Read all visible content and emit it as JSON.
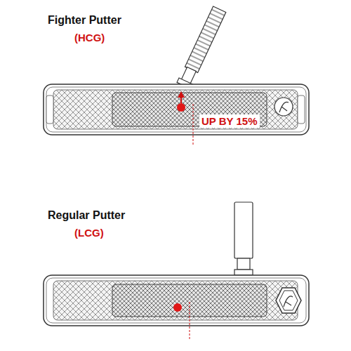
{
  "diagram": {
    "labels": [
      "Fighter Putter",
      "(HCG)",
      "UP BY 15%",
      "Regular Putter",
      "(LCG)"
    ]
  }
}
